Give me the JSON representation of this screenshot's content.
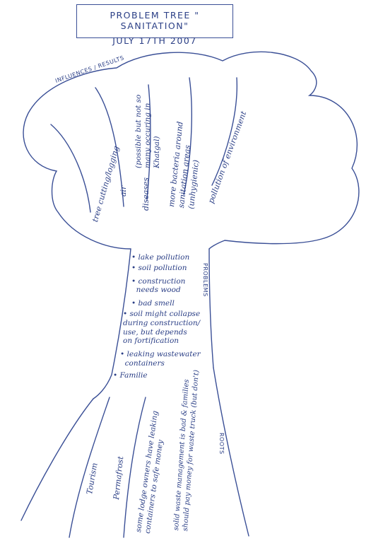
{
  "title": {
    "line1": "PROBLEM TREE \" SANITATION\"",
    "line2": "JULY 17TH 2007"
  },
  "labels": {
    "influences": "INFLUENCES / RESULTS",
    "problems": "PROBLEMS",
    "roots": "ROOTS"
  },
  "results": [
    "tree cutting/logging",
    "air",
    "diseases",
    "(possible but not so many occuring in Khatgal)",
    "more bacteria around sanitation areas (unhygienic)",
    "pollution of environment"
  ],
  "problems": [
    "• lake pollution",
    "• soil pollution",
    "• construction\n  needs wood",
    "• bad smell",
    "• soil might collapse\nduring construction/\nuse, but depends\non fortification",
    "• leaking wastewater\n  containers",
    "• Familie"
  ],
  "roots": [
    "Tourism",
    "Permafrost",
    "some lodge owners have leaking containers to safe money",
    "solid waste management is bad & families should pay money for waste truck (but don't)"
  ]
}
